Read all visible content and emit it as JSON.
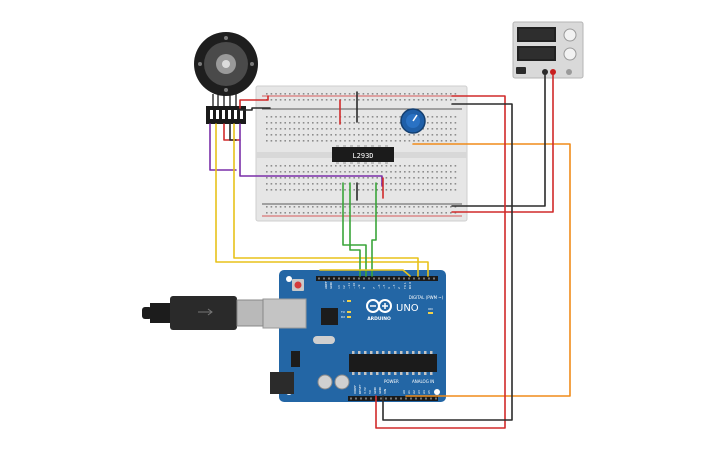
{
  "labels": {
    "ic_chip": "L293D",
    "arduino_brand": "ARDUINO",
    "arduino_model": "UNO",
    "digital_header": "DIGITAL (PWM ~)",
    "power_header": "POWER",
    "analog_header": "ANALOG IN",
    "aref": "AREF",
    "gnd_top": "GND",
    "pin13": "13",
    "pin12": "12",
    "pin11": "~11",
    "pin10": "~10",
    "pin9": "~9",
    "pin8": "8",
    "pin7": "7",
    "pin6": "~6",
    "pin5": "~5",
    "pin4": "4",
    "pin3": "~3",
    "pin2": "2",
    "pin_tx": "TX 1",
    "pin_rx": "RX 0",
    "led_l": "L",
    "led_tx": "TX",
    "led_rx": "RX",
    "ioref": "IOREF",
    "reset": "RESET",
    "v33": "3.3V",
    "v5": "5V",
    "gnd_a": "GND",
    "gnd_b": "GND",
    "vin": "VIN",
    "a0": "A0",
    "a1": "A1",
    "a2": "A2",
    "a3": "A3",
    "a4": "A4",
    "a5": "A5",
    "on_led": "ON"
  },
  "colors": {
    "arduino_board": "#2366a5",
    "breadboard": "#e6e6e6",
    "wire_red": "#d12a2a",
    "wire_black": "#2b2b2b",
    "wire_green": "#3aa53a",
    "wire_yellow": "#e8c21a",
    "wire_orange": "#f08c1a",
    "wire_purple": "#7a2fa8",
    "potentiometer": "#1f5fa8"
  },
  "icons": {
    "motor": "dc-motor-encoder-icon",
    "power_supply": "dc-power-supply-icon",
    "usb": "usb-cable-icon",
    "potentiometer": "potentiometer-icon"
  }
}
